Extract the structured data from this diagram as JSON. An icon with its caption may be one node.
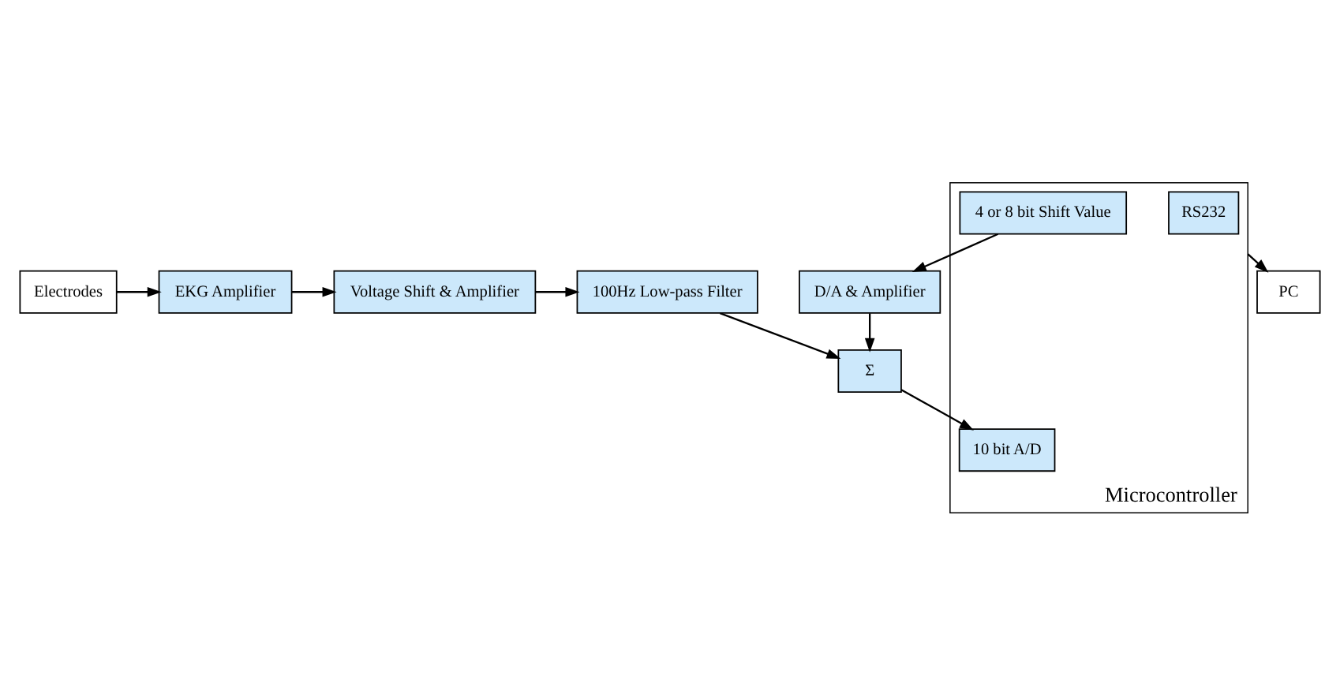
{
  "diagram": {
    "nodes": [
      {
        "text": [
          "Electrodes"
        ]
      },
      {
        "text": [
          "EKG Amplifier"
        ]
      },
      {
        "text": [
          "Voltage Shift & Amplifier"
        ]
      },
      {
        "text": [
          "100Hz Low-pass Filter"
        ]
      },
      {
        "text": [
          "Σ"
        ]
      },
      {
        "text": [
          "Microcontroller"
        ]
      },
      {
        "text": [
          "10 bit A/D"
        ],
        "in": 5
      },
      {
        "text": [
          "4 or 8 bit Shift Value"
        ],
        "in": 5
      },
      {
        "text": [
          "RS232"
        ],
        "in": 5
      },
      {
        "text": [
          "D/A & Amplifier"
        ]
      },
      {
        "text": [
          "PC"
        ]
      }
    ],
    "edges": [
      {
        "from": 0,
        "to": 1,
        "arrow": "to"
      },
      {
        "from": 1,
        "to": 2,
        "arrow": "to"
      },
      {
        "from": 2,
        "to": 3,
        "arrow": "to"
      },
      {
        "from": 3,
        "to": 4,
        "arrow": "to"
      },
      {
        "from": 4,
        "to": 6,
        "arrow": "to"
      },
      {
        "from": 7,
        "to": 9,
        "arrow": "to"
      },
      {
        "from": 9,
        "to": 4,
        "arrow": "to"
      },
      {
        "from": 5,
        "to": 10,
        "arrow": "to"
      }
    ]
  }
}
